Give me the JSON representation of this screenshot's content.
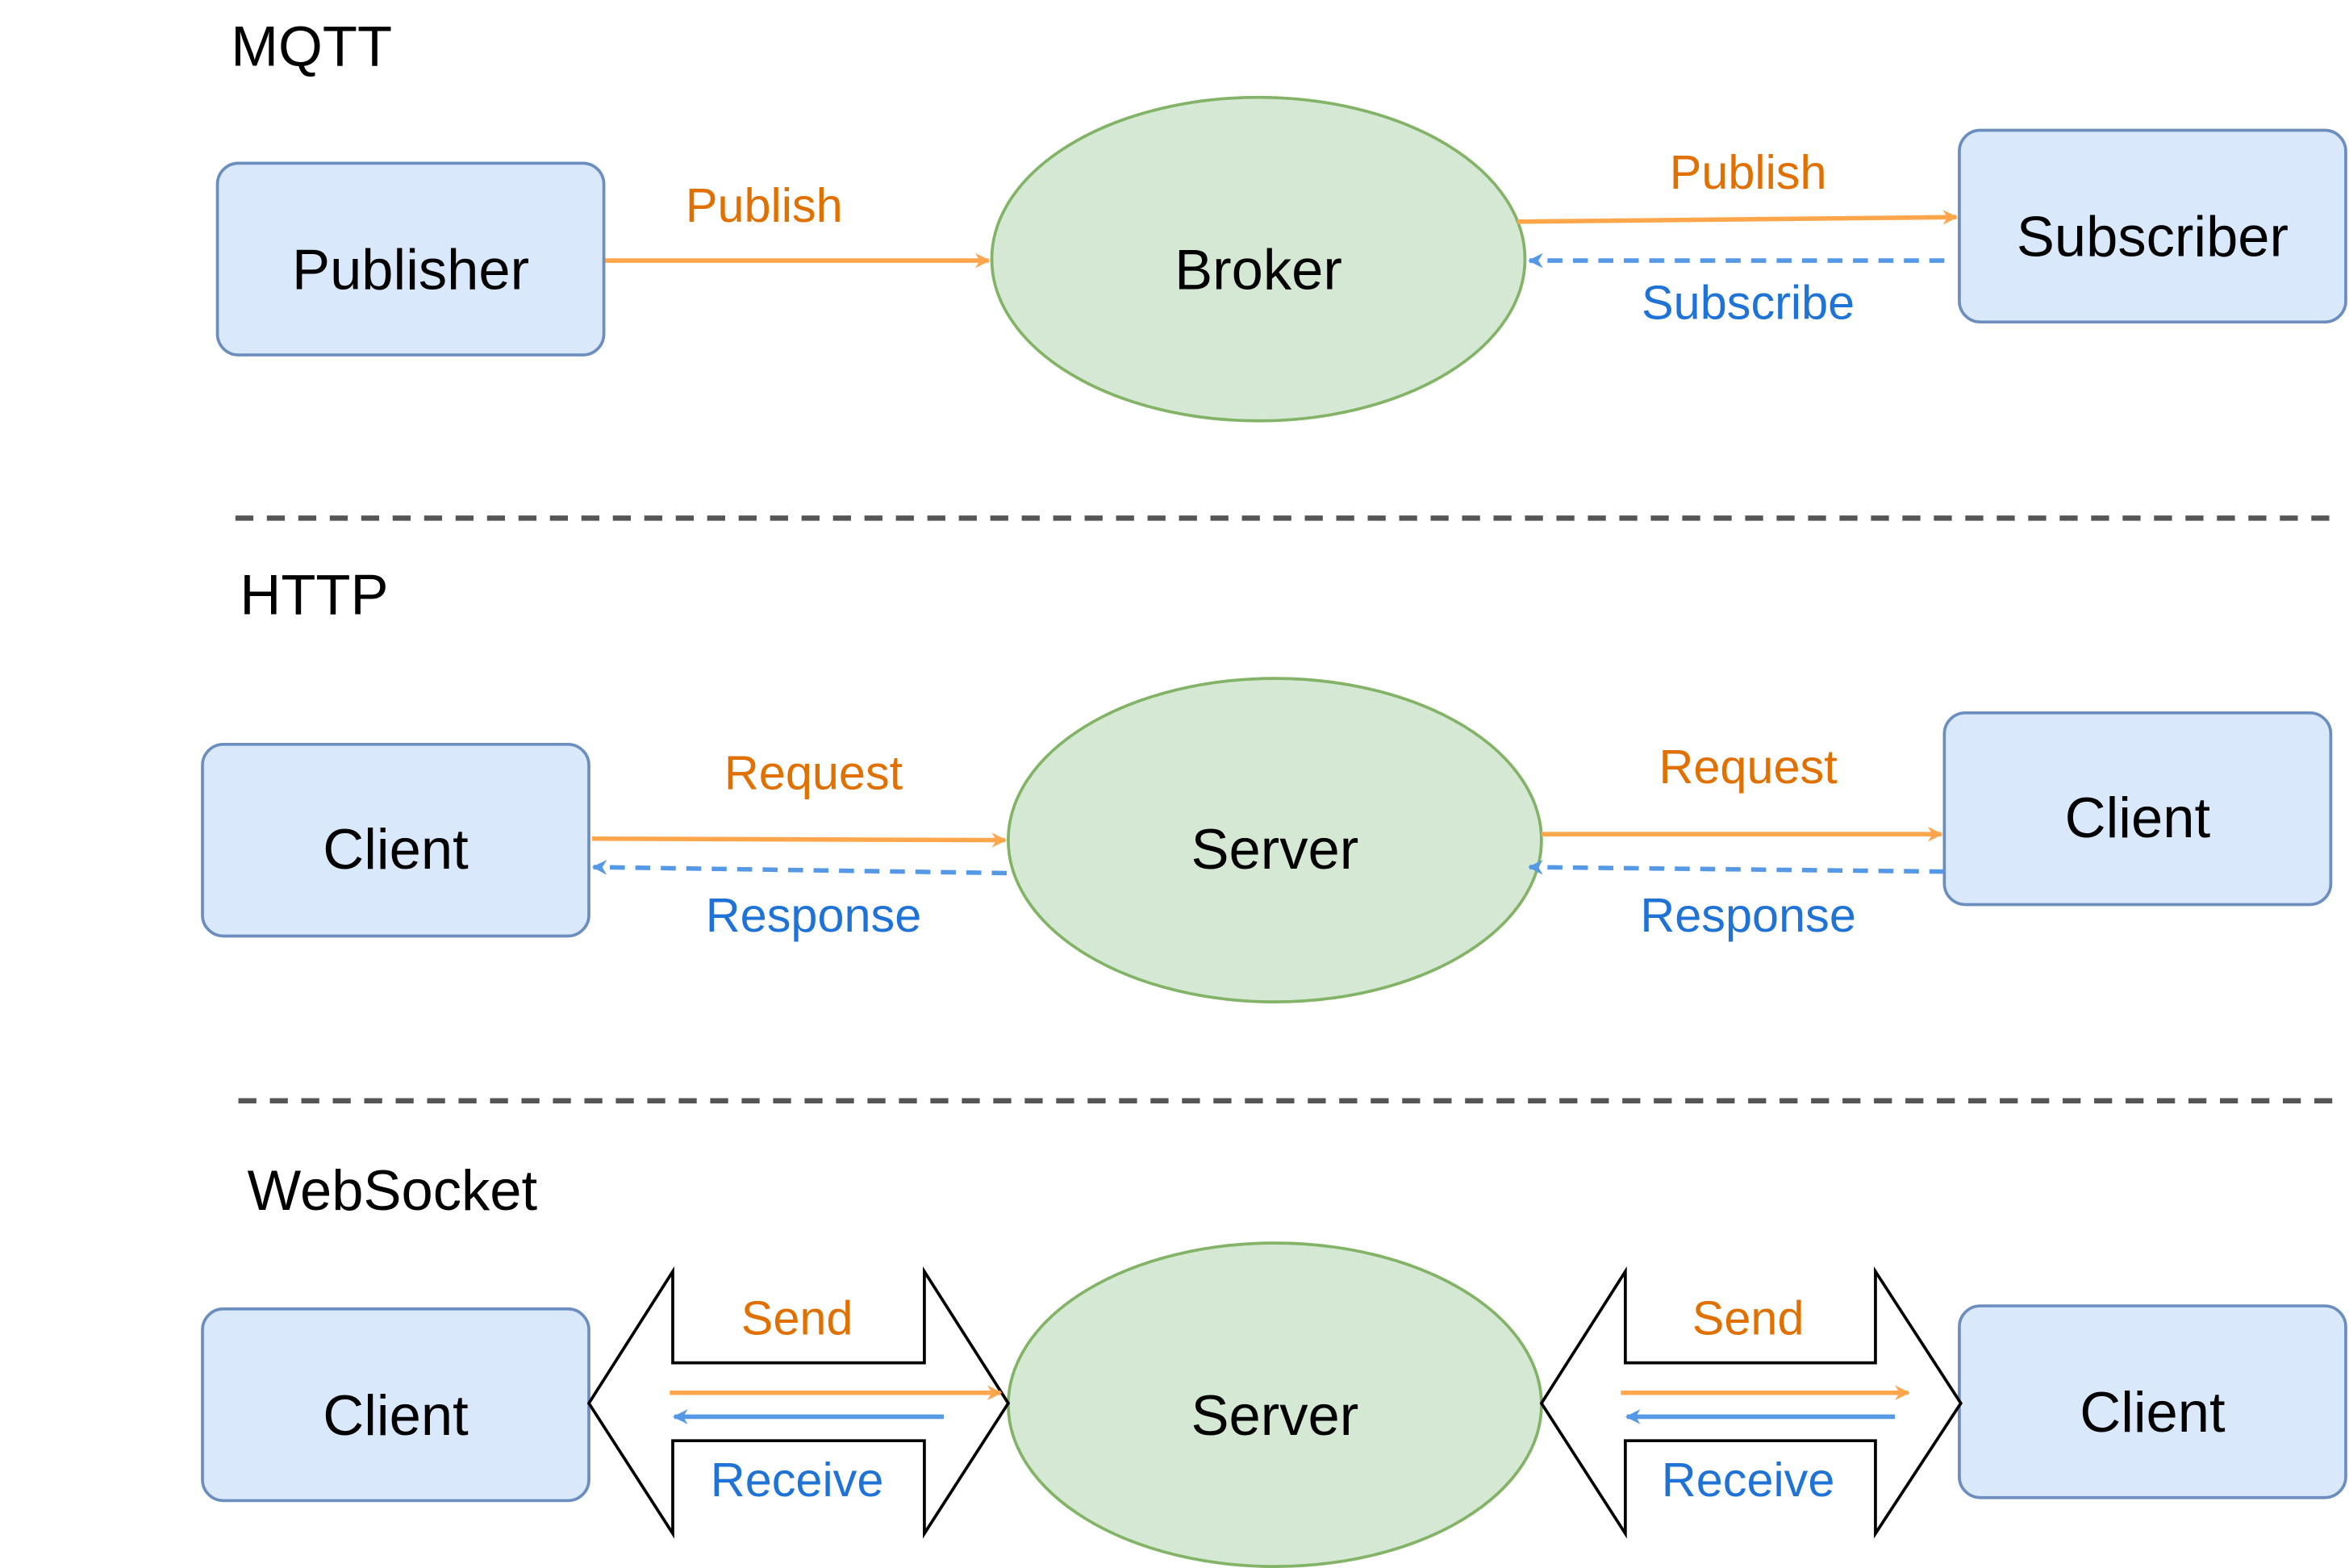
{
  "colors": {
    "box_fill": "#dae8fc",
    "box_stroke": "#6c8ebf",
    "ellipse_fill": "#d5e8d4",
    "ellipse_stroke": "#82b366",
    "orange": "#ffa64d",
    "orange_text": "#e07000",
    "blue": "#5599e6",
    "blue_text": "#1f73d6",
    "divider": "#555555"
  },
  "sections": {
    "mqtt": {
      "title": "MQTT",
      "left_node": "Publisher",
      "center_node": "Broker",
      "right_node": "Subscriber",
      "left_top_label": "Publish",
      "right_top_label": "Publish",
      "right_bottom_label": "Subscribe"
    },
    "http": {
      "title": "HTTP",
      "left_node": "Client",
      "center_node": "Server",
      "right_node": "Client",
      "left_top_label": "Request",
      "left_bottom_label": "Response",
      "right_top_label": "Request",
      "right_bottom_label": "Response"
    },
    "websocket": {
      "title": "WebSocket",
      "left_node": "Client",
      "center_node": "Server",
      "right_node": "Client",
      "left_top_label": "Send",
      "left_bottom_label": "Receive",
      "right_top_label": "Send",
      "right_bottom_label": "Receive"
    }
  }
}
